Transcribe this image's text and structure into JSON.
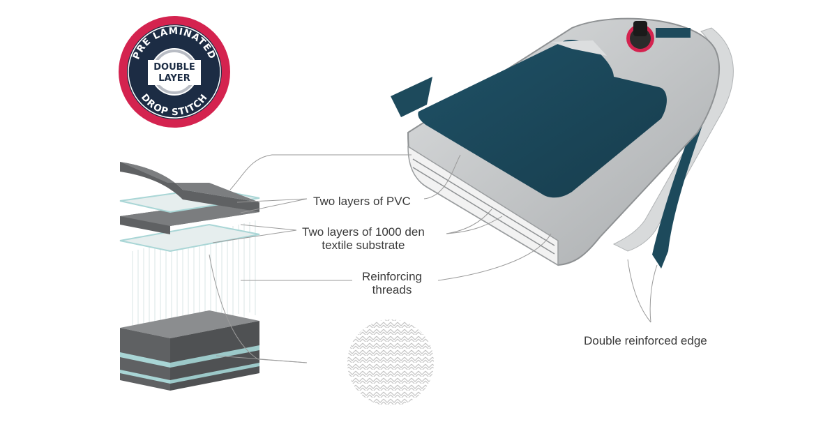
{
  "badge": {
    "top_text": "PRE LAMINATED",
    "center_line1": "DOUBLE",
    "center_line2": "LAYER",
    "bottom_text": "DROP STITCH",
    "colors": {
      "outer_ring": "#d4234f",
      "inner_ring": "#1c2c44",
      "center_fill": "#ffffff",
      "center_text": "#1c2c44"
    }
  },
  "labels": {
    "pvc": "Two layers of PVC",
    "textile_line1": "Two layers of 1000 den",
    "textile_line2": "textile substrate",
    "threads_line1": "Reinforcing",
    "threads_line2": "threads",
    "edge": "Double reinforced edge"
  },
  "colors": {
    "board_deck": "#1d4a5c",
    "board_body": "#c9ccce",
    "layer_dark": "#5f6163",
    "layer_light": "#a9d6d6",
    "leader_line": "#9a9a9a",
    "label_text": "#3a3a3a"
  }
}
